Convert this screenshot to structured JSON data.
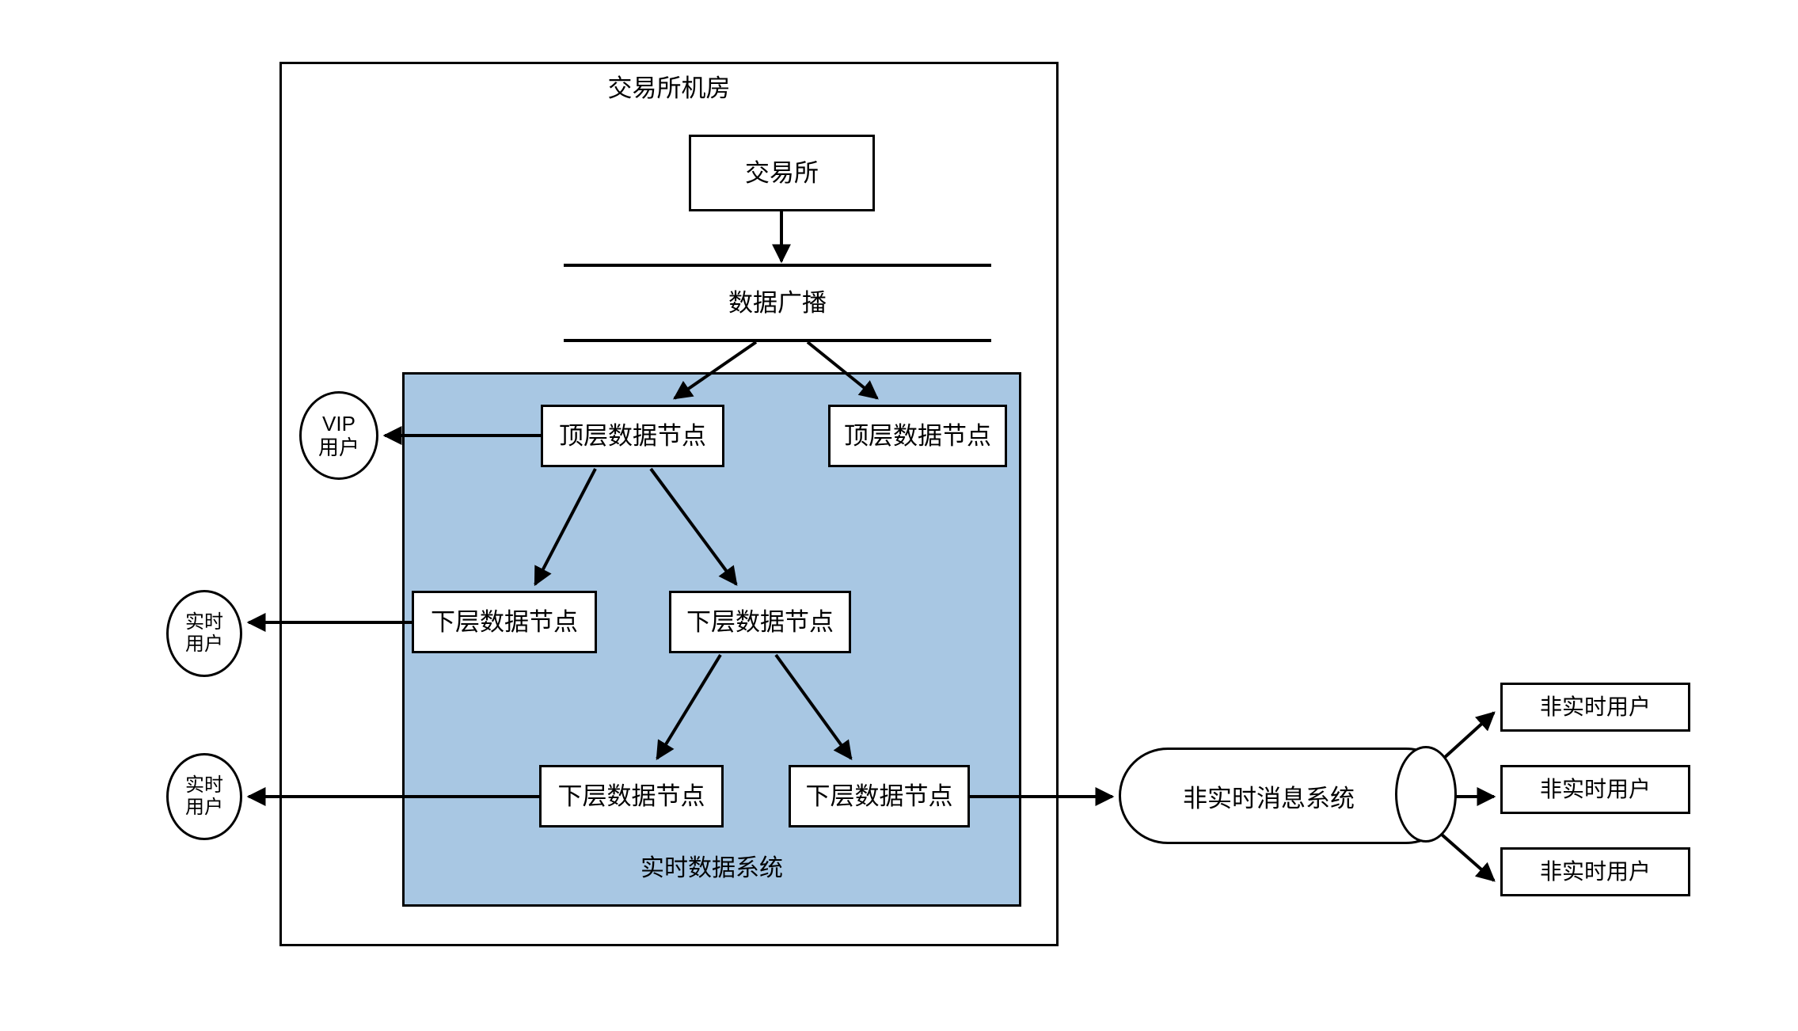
{
  "diagram": {
    "title": "交易所机房",
    "exchange_box": {
      "label": "交易所"
    },
    "broadcast_bus": {
      "label": "数据广播"
    },
    "realtime_panel": {
      "label": "实时数据系统",
      "fill_color": "#a8c7e3",
      "top_nodes": [
        {
          "label": "顶层数据节点"
        },
        {
          "label": "顶层数据节点"
        }
      ],
      "mid_nodes": [
        {
          "label": "下层数据节点"
        },
        {
          "label": "下层数据节点"
        }
      ],
      "low_nodes": [
        {
          "label": "下层数据节点"
        },
        {
          "label": "下层数据节点"
        }
      ]
    },
    "vip_user": {
      "line1": "VIP",
      "line2": "用户"
    },
    "realtime_users": [
      {
        "line1": "实时",
        "line2": "用户"
      },
      {
        "line1": "实时",
        "line2": "用户"
      }
    ],
    "message_system": {
      "label": "非实时消息系统"
    },
    "nonrealtime_users": [
      {
        "label": "非实时用户"
      },
      {
        "label": "非实时用户"
      },
      {
        "label": "非实时用户"
      }
    ],
    "stroke_color": "#000000",
    "background_color": "#ffffff"
  }
}
